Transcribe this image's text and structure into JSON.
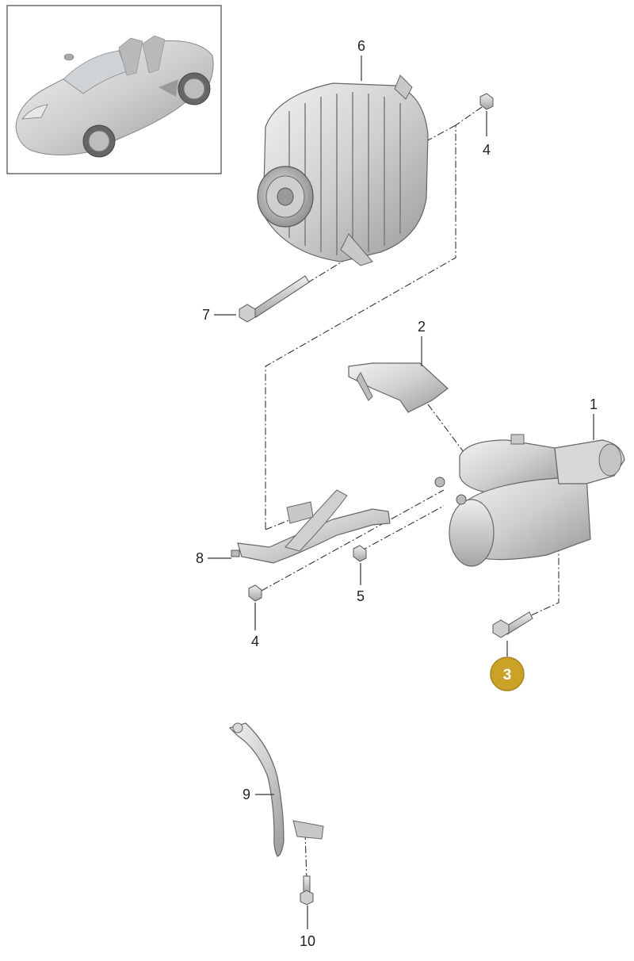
{
  "diagram": {
    "inset": {
      "vehicle": "car-thumbnail"
    },
    "callouts": [
      {
        "id": "c1",
        "label": "1",
        "part": "starter-motor"
      },
      {
        "id": "c2",
        "label": "2",
        "part": "heat-shield"
      },
      {
        "id": "c3",
        "label": "3",
        "part": "bolt",
        "highlighted": true
      },
      {
        "id": "c4a",
        "label": "4",
        "part": "nut"
      },
      {
        "id": "c4b",
        "label": "4",
        "part": "nut"
      },
      {
        "id": "c5",
        "label": "5",
        "part": "nut"
      },
      {
        "id": "c6",
        "label": "6",
        "part": "alternator"
      },
      {
        "id": "c7",
        "label": "7",
        "part": "bolt"
      },
      {
        "id": "c8",
        "label": "8",
        "part": "bracket"
      },
      {
        "id": "c9",
        "label": "9",
        "part": "ground-cable"
      },
      {
        "id": "c10",
        "label": "10",
        "part": "bolt"
      }
    ],
    "colors": {
      "highlight_fill": "#c9a227",
      "highlight_stroke": "#a8861a",
      "part_fill": "#dcdcdc",
      "line": "#333333"
    }
  }
}
